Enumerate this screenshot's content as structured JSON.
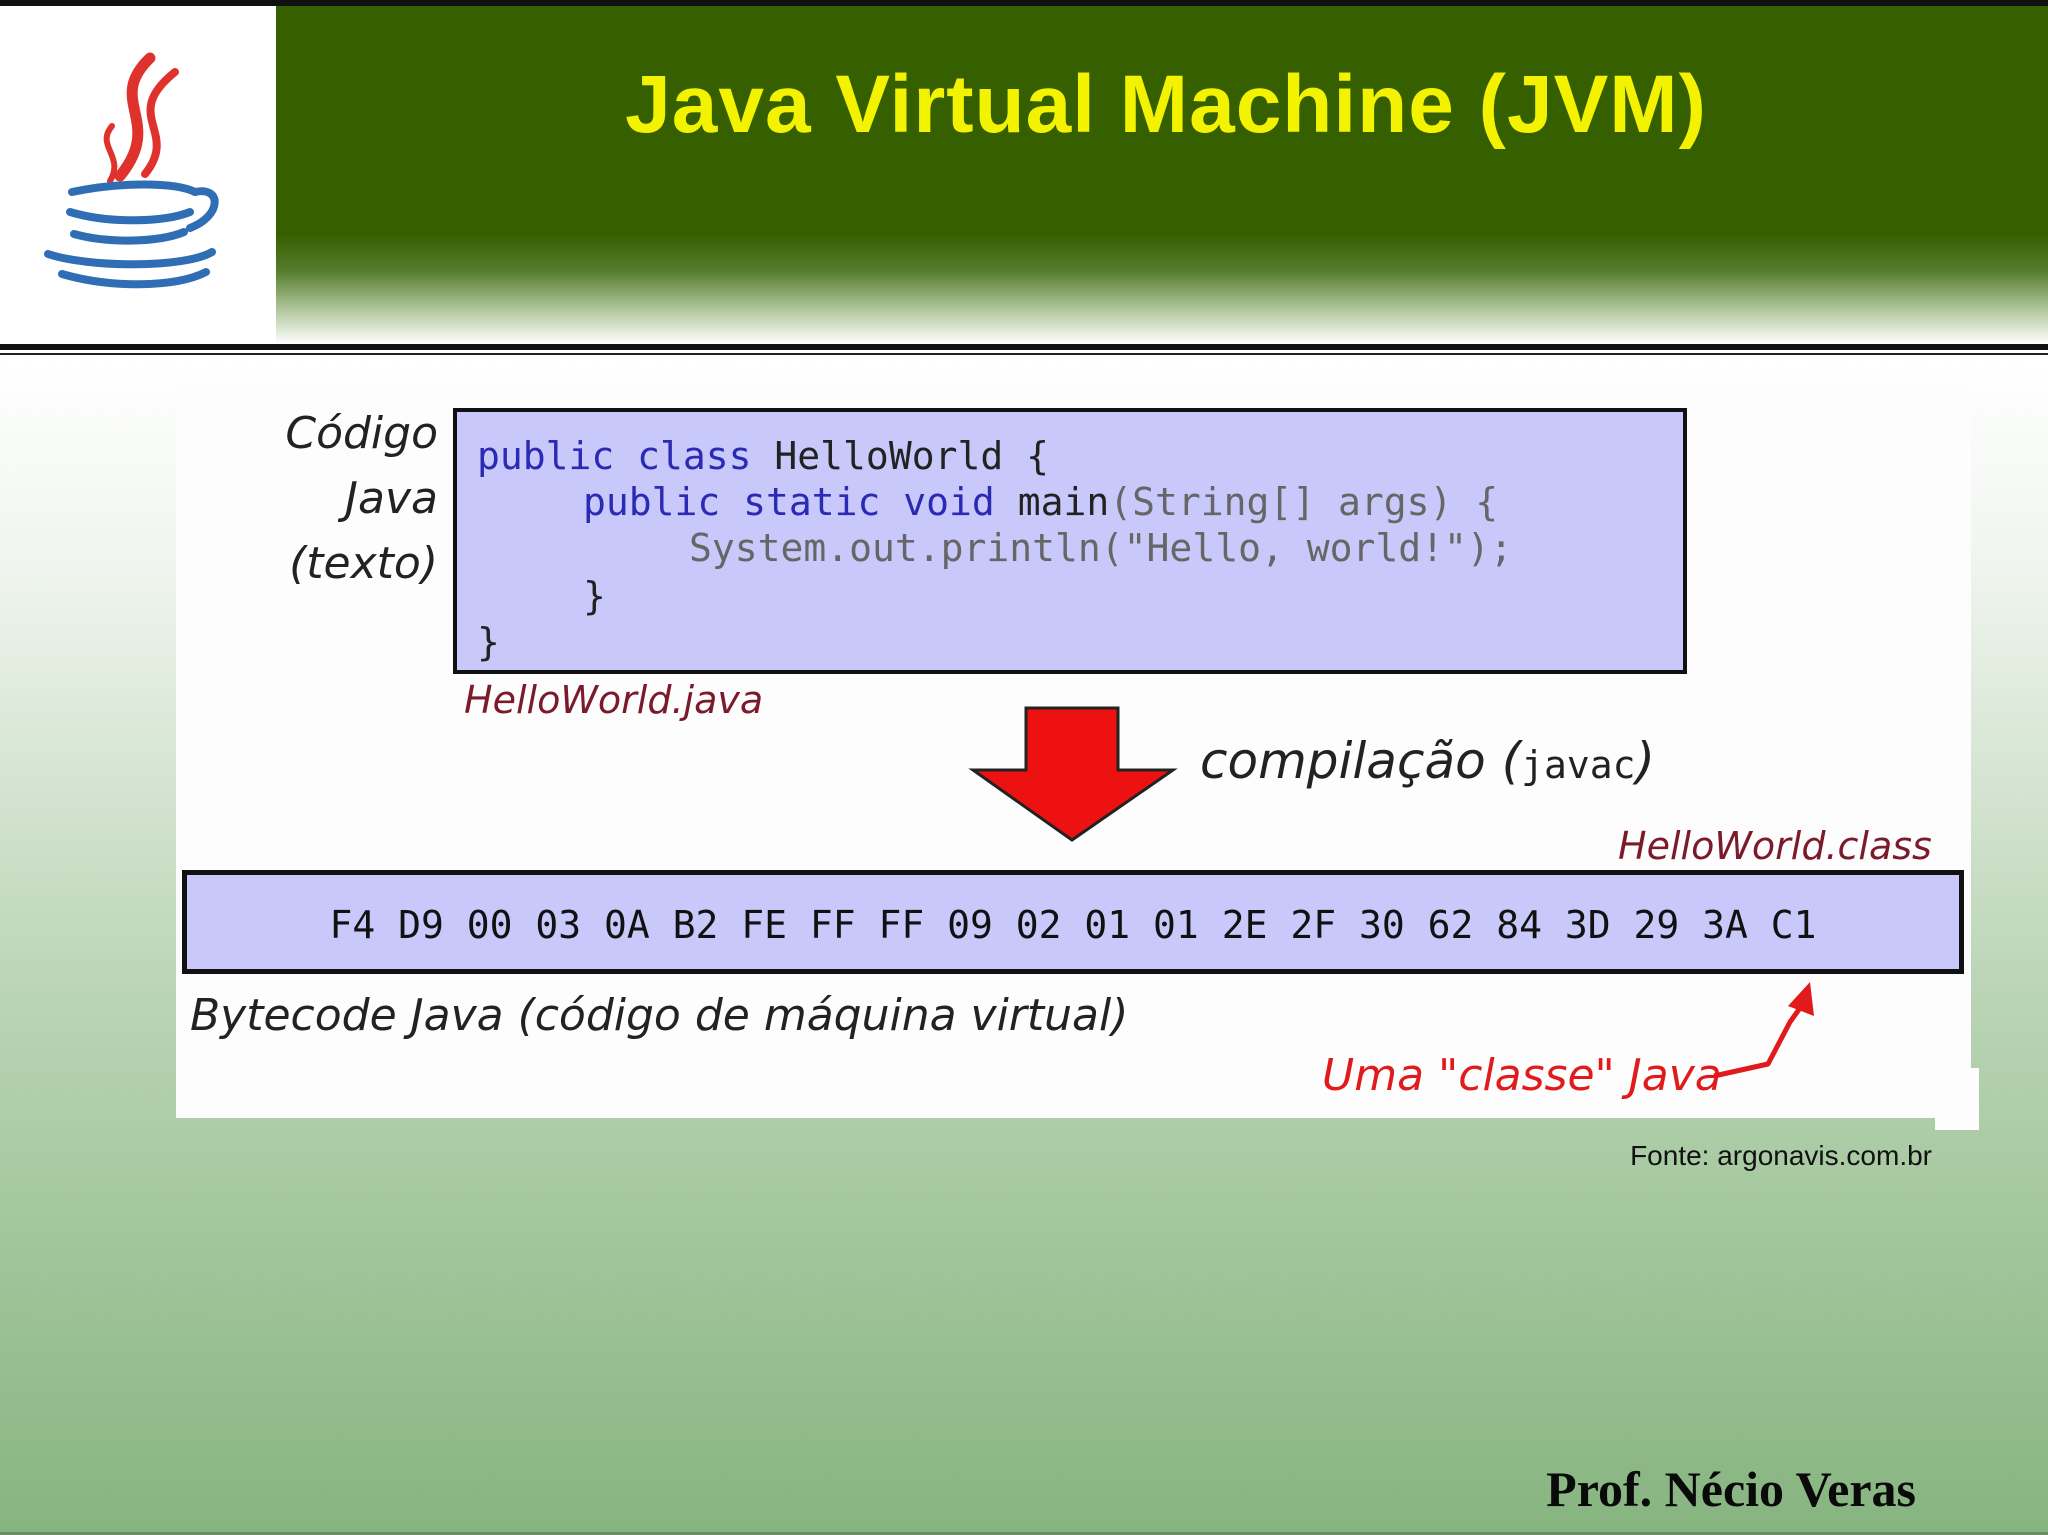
{
  "slide": {
    "title": "Java Virtual Machine (JVM)",
    "author": "Prof. Nécio Veras",
    "source_note": "Fonte: argonavis.com.br"
  },
  "logo": {
    "icon": "java-coffee-cup-icon",
    "colors": {
      "steam": "#e0322d",
      "cup": "#2f6eb5"
    }
  },
  "diagram": {
    "source_label": [
      "Código",
      "Java",
      "(texto)"
    ],
    "source_code": {
      "line1_kw": "public class",
      "line1_rest": " HelloWorld {",
      "line2_kw": "public static void",
      "line2_rest": " main",
      "line2_dim": "(String[] args) {",
      "line3": "System.out.println(\"Hello, world!\");",
      "line4": "}",
      "line5": "}"
    },
    "source_filename": "HelloWorld.java",
    "compile_label": "compilação (",
    "compile_tool": "javac",
    "compile_close": ")",
    "class_filename": "HelloWorld.class",
    "bytecode": [
      "F4",
      "D9",
      "00",
      "03",
      "0A",
      "B2",
      "FE",
      "FF",
      "FF",
      "09",
      "02",
      "01",
      "01",
      "2E",
      "2F",
      "30",
      "62",
      "84",
      "3D",
      "29",
      "3A",
      "C1"
    ],
    "bytecode_label": "Bytecode Java (código de máquina virtual)",
    "class_annotation": "Uma \"classe\" Java"
  },
  "colors": {
    "header_green": "#365f00",
    "title_yellow": "#f3f200",
    "code_box_bg": "#c8c8fb",
    "arrow_red": "#ee1111",
    "annotation_red": "#e11b1b"
  }
}
